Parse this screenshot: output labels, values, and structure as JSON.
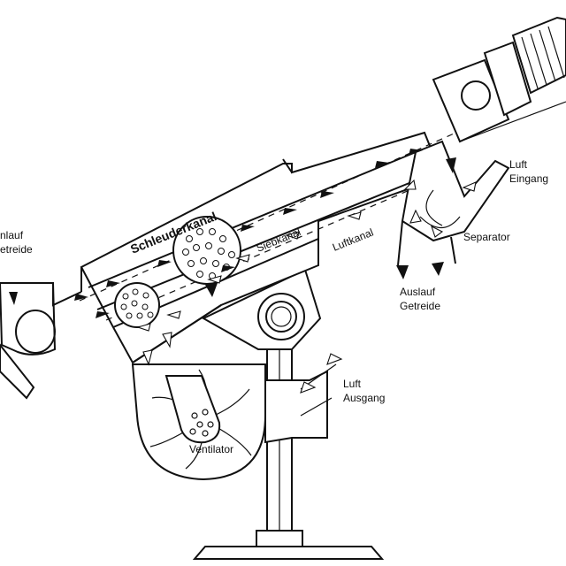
{
  "labels": {
    "schleuderkanal": "Schleuderkanal",
    "siebkanal": "Siebkanal",
    "luftkanal": "Luftkanal",
    "einlauf_line1": "nlauf",
    "einlauf_line2": "etreide",
    "luft_eingang_line1": "Luft",
    "luft_eingang_line2": "Eingang",
    "separator": "Separator",
    "auslauf_line1": "Auslauf",
    "auslauf_line2": "Getreide",
    "luft_ausgang_line1": "Luft",
    "luft_ausgang_line2": "Ausgang",
    "ventilator": "Ventilator"
  }
}
